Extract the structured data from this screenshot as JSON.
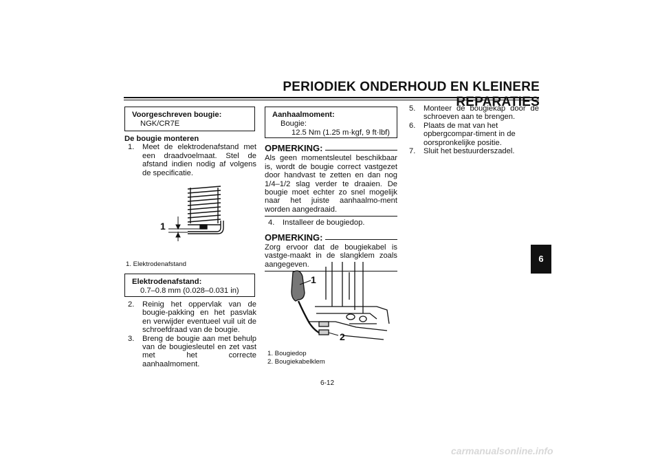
{
  "header": {
    "title": "PERIODIEK ONDERHOUD EN KLEINERE REPARATIES"
  },
  "col1": {
    "spec_box": {
      "heading": "Voorgeschreven bougie:",
      "value": "NGK/CR7E"
    },
    "section_heading": "De bougie monteren",
    "step1_num": "1.",
    "step1_text": "Meet de elektrodenafstand met een draadvoelmaat. Stel de afstand indien nodig af volgens de specificatie.",
    "figure_label_1": "1",
    "figure_caption": "1. Elektrodenafstand",
    "gap_box": {
      "heading": "Elektrodenafstand:",
      "value": "0.7–0.8 mm (0.028–0.031 in)"
    },
    "step2_num": "2.",
    "step2_text": "Reinig het oppervlak van de bougie-pakking en het pasvlak en verwijder eventueel vuil uit de schroefdraad van de bougie.",
    "step3_num": "3.",
    "step3_text": "Breng de bougie aan met behulp van de bougiesleutel en zet vast met het correcte aanhaalmoment."
  },
  "col2": {
    "torque_box": {
      "heading": "Aanhaalmoment:",
      "sub": "Bougie:",
      "value": "12.5 Nm (1.25 m·kgf, 9 ft·lbf)"
    },
    "note1_heading": "OPMERKING:",
    "note1_text": "Als geen momentsleutel beschikbaar is, wordt de bougie correct vastgezet door handvast te zetten en dan nog 1/4–1/2 slag verder te draaien. De bougie moet echter zo snel mogelijk naar het juiste aanhaalmo-ment worden aangedraaid.",
    "step4_num": "4.",
    "step4_text": "Installeer de bougiedop.",
    "note2_heading": "OPMERKING:",
    "note2_text": "Zorg ervoor dat de bougiekabel is vastge-maakt in de slangklem zoals aangegeven.",
    "figure_label_1": "1",
    "figure_label_2": "2",
    "caption_1": "1. Bougiedop",
    "caption_2": "2. Bougiekabelklem"
  },
  "col3": {
    "step5_num": "5.",
    "step5_text": "Monteer de bougiekap door de schroeven aan te brengen.",
    "step6_num": "6.",
    "step6_text": "Plaats de mat van het opbergcompar-timent in de oorspronkelijke positie.",
    "step7_num": "7.",
    "step7_text": "Sluit het bestuurderszadel."
  },
  "chapter_tab": "6",
  "page_number": "6-12",
  "watermark": "carmanualsonline.info"
}
